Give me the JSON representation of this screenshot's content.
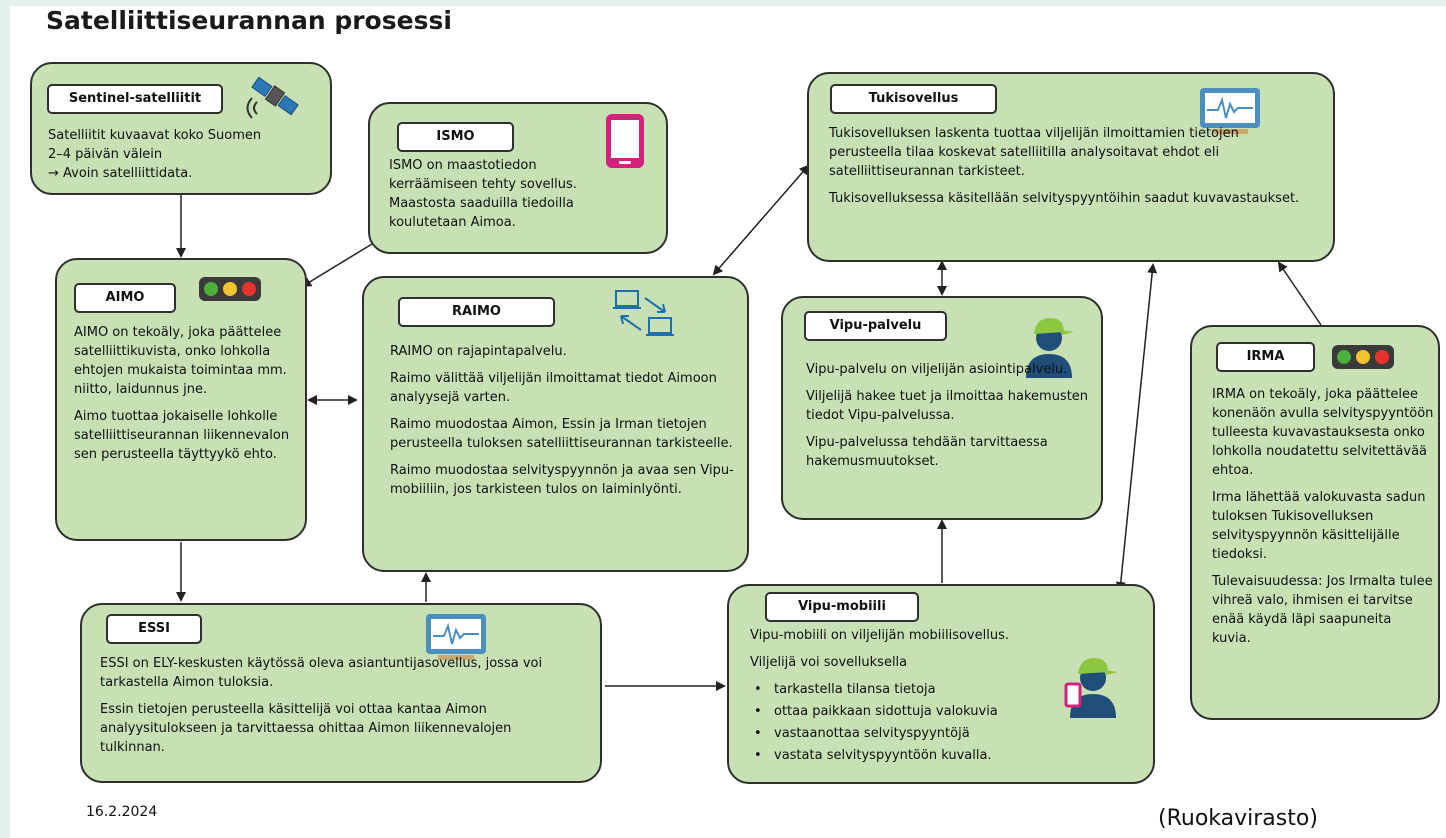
{
  "title": "Satelliittiseurannan prosessi",
  "footer": {
    "date": "16.2.2024",
    "source": "(Ruokavirasto)"
  },
  "sentinel": {
    "label": "Sentinel-satelliitit",
    "lines": [
      "Satelliitit kuvaavat koko Suomen",
      "2–4 päivän välein",
      "→ Avoin satelliittidata."
    ]
  },
  "ismo": {
    "label": "ISMO",
    "text": "ISMO on maastotiedon kerräämiseen tehty sovellus. Maastosta saaduilla tiedoilla koulutetaan Aimoa."
  },
  "aimo": {
    "label": "AIMO",
    "p1": "AIMO on tekoäly, joka päättelee satelliittikuvista, onko lohkolla ehtojen mukaista toimintaa mm. niitto, laidunnus jne.",
    "p2": "Aimo tuottaa jokaiselle lohkolle satelliittiseurannan liikennevalon sen perusteella täyttyykö ehto."
  },
  "raimo": {
    "label": "RAIMO",
    "p1": "RAIMO on rajapintapalvelu.",
    "p2": "Raimo välittää viljelijän ilmoittamat tiedot Aimoon analyysejä varten.",
    "p3": "Raimo muodostaa Aimon, Essin ja Irman tietojen perusteella tuloksen satelliittiseurannan tarkisteelle.",
    "p4": "Raimo muodostaa selvityspyynnön ja avaa sen Vipu-mobiiliin, jos tarkisteen tulos on laiminlyönti."
  },
  "tukisovellus": {
    "label": "Tukisovellus",
    "p1": "Tukisovelluksen laskenta tuottaa viljelijän ilmoittamien tietojen perusteella tilaa koskevat satelliitilla analysoitavat ehdot eli satelliittiseurannan tarkisteet.",
    "p2": "Tukisovelluksessa käsitellään selvityspyyntöihin saadut kuvavastaukset."
  },
  "vipupalvelu": {
    "label": "Vipu-palvelu",
    "p1": "Vipu-palvelu on viljelijän asiointipalvelu.",
    "p2": "Viljelijä hakee tuet ja ilmoittaa hakemusten tiedot Vipu-palvelussa.",
    "p3": "Vipu-palvelussa tehdään tarvittaessa hakemusmuutokset."
  },
  "irma": {
    "label": "IRMA",
    "p1": "IRMA on tekoäly, joka päättelee konenäön avulla selvityspyyntöön tulleesta kuvavastauksesta onko lohkolla noudatettu selvitettävää ehtoa.",
    "p2": "Irma lähettää valokuvasta sadun tuloksen Tukisovelluksen selvityspyynnön käsittelijälle tiedoksi.",
    "p3": "Tulevaisuudessa: Jos Irmalta tulee vihreä valo, ihmisen ei tarvitse enää käydä läpi saapuneita kuvia."
  },
  "essi": {
    "label": "ESSI",
    "p1": "ESSI on ELY-keskusten käytössä oleva asiantuntijasovellus, jossa voi tarkastella Aimon tuloksia.",
    "p2": "Essin tietojen perusteella käsittelijä voi ottaa kantaa Aimon analyysitulokseen ja tarvittaessa ohittaa Aimon liikennevalojen tulkinnan."
  },
  "vipumobiili": {
    "label": "Vipu-mobiili",
    "p1": "Vipu-mobiili on viljelijän mobiilisovellus.",
    "p2": "Viljelijä voi sovelluksella",
    "bullets": [
      "tarkastella tilansa tietoja",
      "ottaa paikkaan sidottuja valokuvia",
      "vastaanottaa selvityspyyntöjä",
      "vastata selvityspyyntöön kuvalla."
    ]
  },
  "colors": {
    "box_fill": "#c7e1b5",
    "border": "#2f2f2f",
    "traffic_red": "#e8332c",
    "traffic_yellow": "#f4c430",
    "traffic_green": "#4caf3a",
    "phone": "#d4217a",
    "monitor": "#4a8fc0",
    "person_cap": "#8dc63f",
    "person_body": "#1f4e79"
  },
  "icons": [
    "satellite-icon",
    "phone-icon",
    "traffic-light-icon",
    "computers-exchange-icon",
    "monitor-chart-icon",
    "person-icon",
    "person-phone-icon"
  ]
}
